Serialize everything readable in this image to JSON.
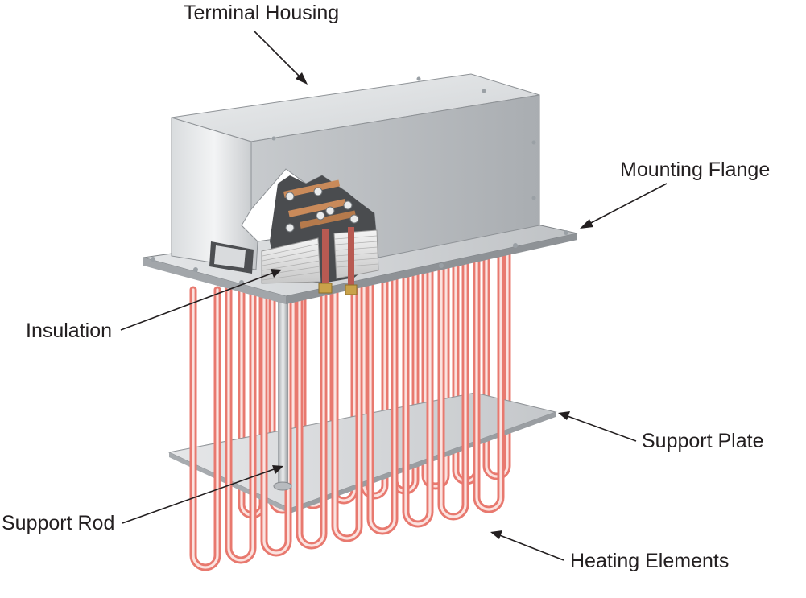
{
  "labels": {
    "terminal_housing": "Terminal Housing",
    "mounting_flange": "Mounting Flange",
    "insulation": "Insulation",
    "support_plate": "Support Plate",
    "support_rod": "Support Rod",
    "heating_elements": "Heating Elements"
  },
  "colors": {
    "element_red": "#e8796f",
    "element_highlight": "#fbe3e0",
    "housing_gray": "#d6d8da",
    "flange_gray": "#c9cbce",
    "copper": "#c98a5a",
    "text": "#231f20"
  },
  "heating_element_count": 18
}
